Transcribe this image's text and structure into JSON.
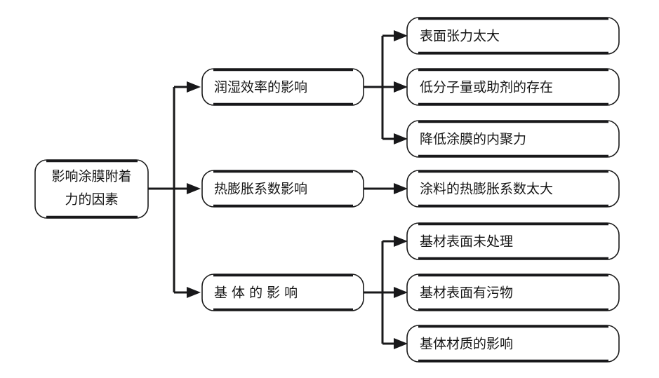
{
  "diagram": {
    "title": "影响涂膜附着力的因素",
    "type": "flowchart",
    "orientation": "left-to-right",
    "colors": {
      "background": "#ffffff",
      "stroke": "#18181a",
      "text": "#161616",
      "node_fill": "#ffffff"
    },
    "root": {
      "id": "root",
      "label_line1": "影响涂膜附着",
      "label_line2": "力的因素",
      "label": "影响涂膜附着力的因素"
    },
    "branches": [
      {
        "id": "branch-wetting",
        "label": "润湿效率的影响",
        "children": [
          {
            "id": "leaf-surface-tension",
            "label": "表面张力太大"
          },
          {
            "id": "leaf-low-molecular",
            "label": "低分子量或助剂的存在"
          },
          {
            "id": "leaf-cohesion",
            "label": "降低涂膜的内聚力"
          }
        ]
      },
      {
        "id": "branch-thermal",
        "label": "热膨胀系数影响",
        "children": [
          {
            "id": "leaf-thermal-coefficient",
            "label": "涂料的热膨胀系数太大"
          }
        ]
      },
      {
        "id": "branch-substrate",
        "label": "基 体 的 影 响",
        "children": [
          {
            "id": "leaf-untreated",
            "label": "基材表面未处理"
          },
          {
            "id": "leaf-contaminant",
            "label": "基材表面有污物"
          },
          {
            "id": "leaf-material",
            "label": "基体材质的影响"
          }
        ]
      }
    ]
  }
}
